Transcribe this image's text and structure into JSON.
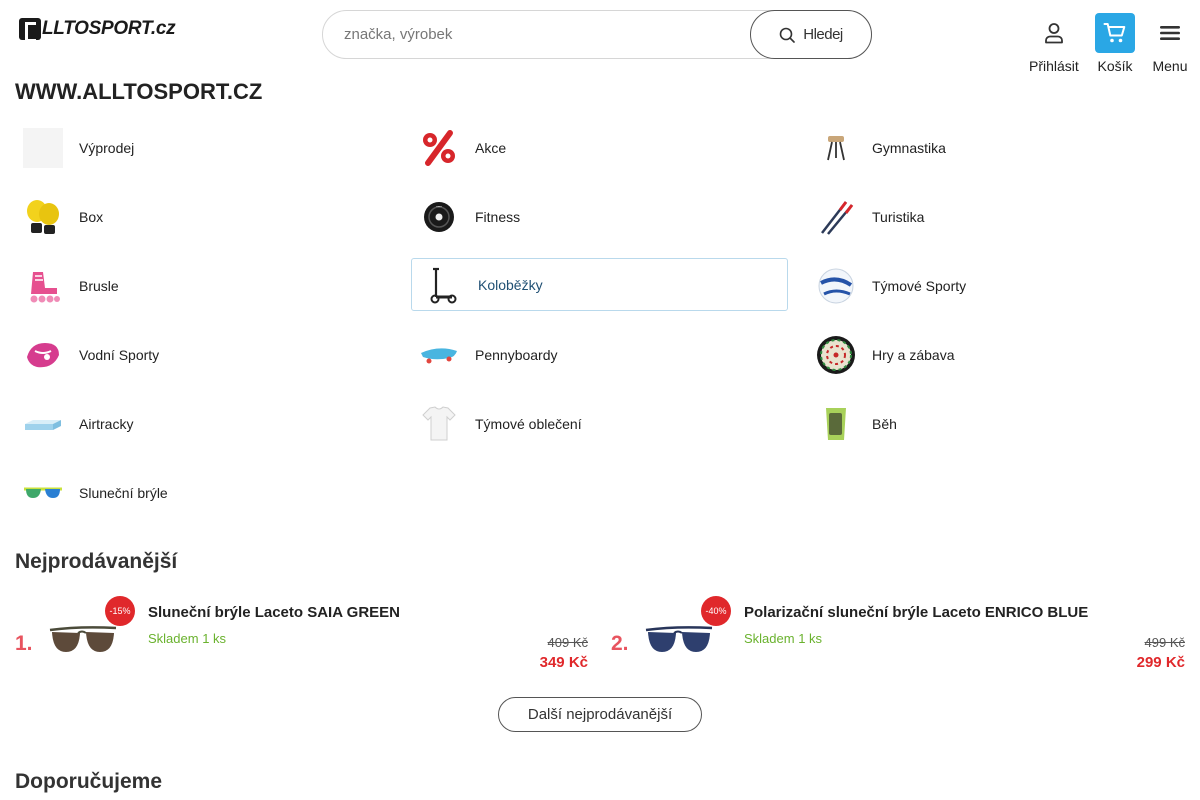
{
  "header": {
    "logo_text": "LLTOSPORT.cz",
    "search": {
      "placeholder": "značka, výrobek",
      "button_label": "Hledej"
    },
    "login_label": "Přihlásit",
    "cart_label": "Košík",
    "menu_label": "Menu",
    "accent_color": "#2aa7e5"
  },
  "site_title": "WWW.ALLTOSPORT.CZ",
  "categories": [
    {
      "label": "Výprodej",
      "icon": "sale-icon"
    },
    {
      "label": "Akce",
      "icon": "percent-icon"
    },
    {
      "label": "Gymnastika",
      "icon": "gymnastics-icon"
    },
    {
      "label": "Box",
      "icon": "boxing-gloves-icon"
    },
    {
      "label": "Fitness",
      "icon": "weight-plate-icon"
    },
    {
      "label": "Turistika",
      "icon": "trekking-poles-icon"
    },
    {
      "label": "Brusle",
      "icon": "inline-skate-icon"
    },
    {
      "label": "Koloběžky",
      "icon": "scooter-icon"
    },
    {
      "label": "Týmové Sporty",
      "icon": "ball-icon"
    },
    {
      "label": "Vodní Sporty",
      "icon": "water-sports-icon"
    },
    {
      "label": "Pennyboardy",
      "icon": "pennyboard-icon"
    },
    {
      "label": "Hry a zábava",
      "icon": "dartboard-icon"
    },
    {
      "label": "Airtracky",
      "icon": "airtrack-icon"
    },
    {
      "label": "Týmové oblečení",
      "icon": "jersey-icon"
    },
    {
      "label": "Běh",
      "icon": "running-armband-icon"
    },
    {
      "label": "Sluneční brýle",
      "icon": "sunglasses-icon"
    }
  ],
  "bestsellers": {
    "heading": "Nejprodávanější",
    "items": [
      {
        "rank": "1.",
        "discount": "-15%",
        "title": "Sluneční brýle Laceto SAIA GREEN",
        "stock": "Skladem 1 ks",
        "old_price": "409 Kč",
        "price": "349 Kč"
      },
      {
        "rank": "2.",
        "discount": "-40%",
        "title": "Polarizační sluneční brýle Laceto ENRICO BLUE",
        "stock": "Skladem 1 ks",
        "old_price": "499 Kč",
        "price": "299 Kč"
      }
    ],
    "more_label": "Další nejprodávanější"
  },
  "recommended": {
    "heading": "Doporučujeme"
  }
}
